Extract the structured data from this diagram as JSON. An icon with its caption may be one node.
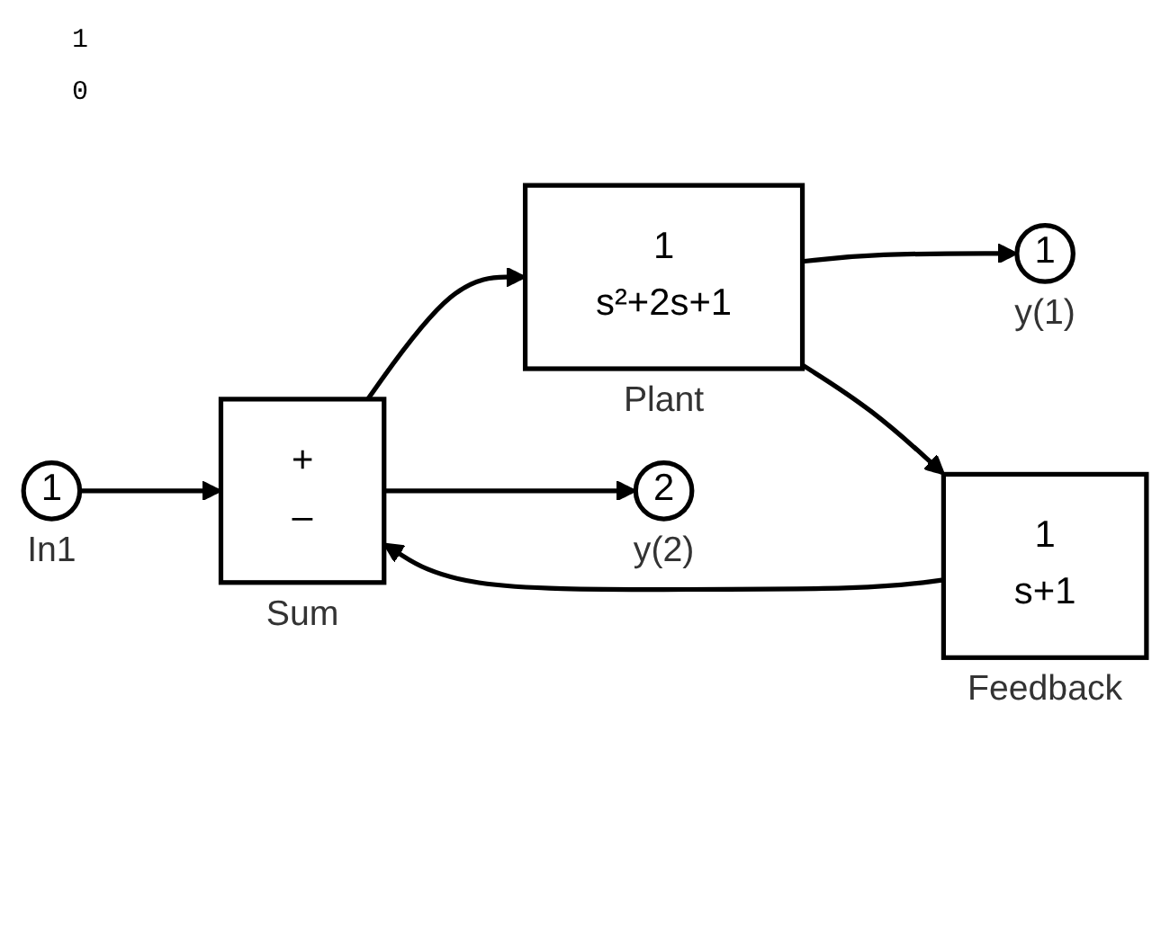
{
  "diagram": {
    "nodes": [
      {
        "text": [
          "1"
        ],
        "beside": [
          "In1"
        ]
      },
      {
        "text": [
          "+",
          "–"
        ],
        "beside": [
          "Sum"
        ]
      },
      {
        "text": [
          "1",
          "s²+2s+1"
        ],
        "beside": [
          "Plant"
        ]
      },
      {
        "text": [
          "2"
        ],
        "beside": [
          "y(2)"
        ]
      },
      {
        "text": [
          "1"
        ],
        "beside": [
          "y(1)"
        ]
      },
      {
        "text": [
          "1",
          "s+1"
        ],
        "beside": [
          "Feedback"
        ]
      }
    ],
    "edges": [
      {
        "from": 0,
        "to": 1,
        "arrow": "to"
      },
      {
        "from": 1,
        "to": 2,
        "arrow": "to"
      },
      {
        "from": 1,
        "to": 3,
        "arrow": "to"
      },
      {
        "from": 2,
        "to": 4,
        "arrow": "to"
      },
      {
        "from": 2,
        "to": 5,
        "arrow": "to"
      },
      {
        "from": 5,
        "to": 1,
        "arrow": "to"
      }
    ],
    "labels": [
      "1",
      "0"
    ]
  }
}
